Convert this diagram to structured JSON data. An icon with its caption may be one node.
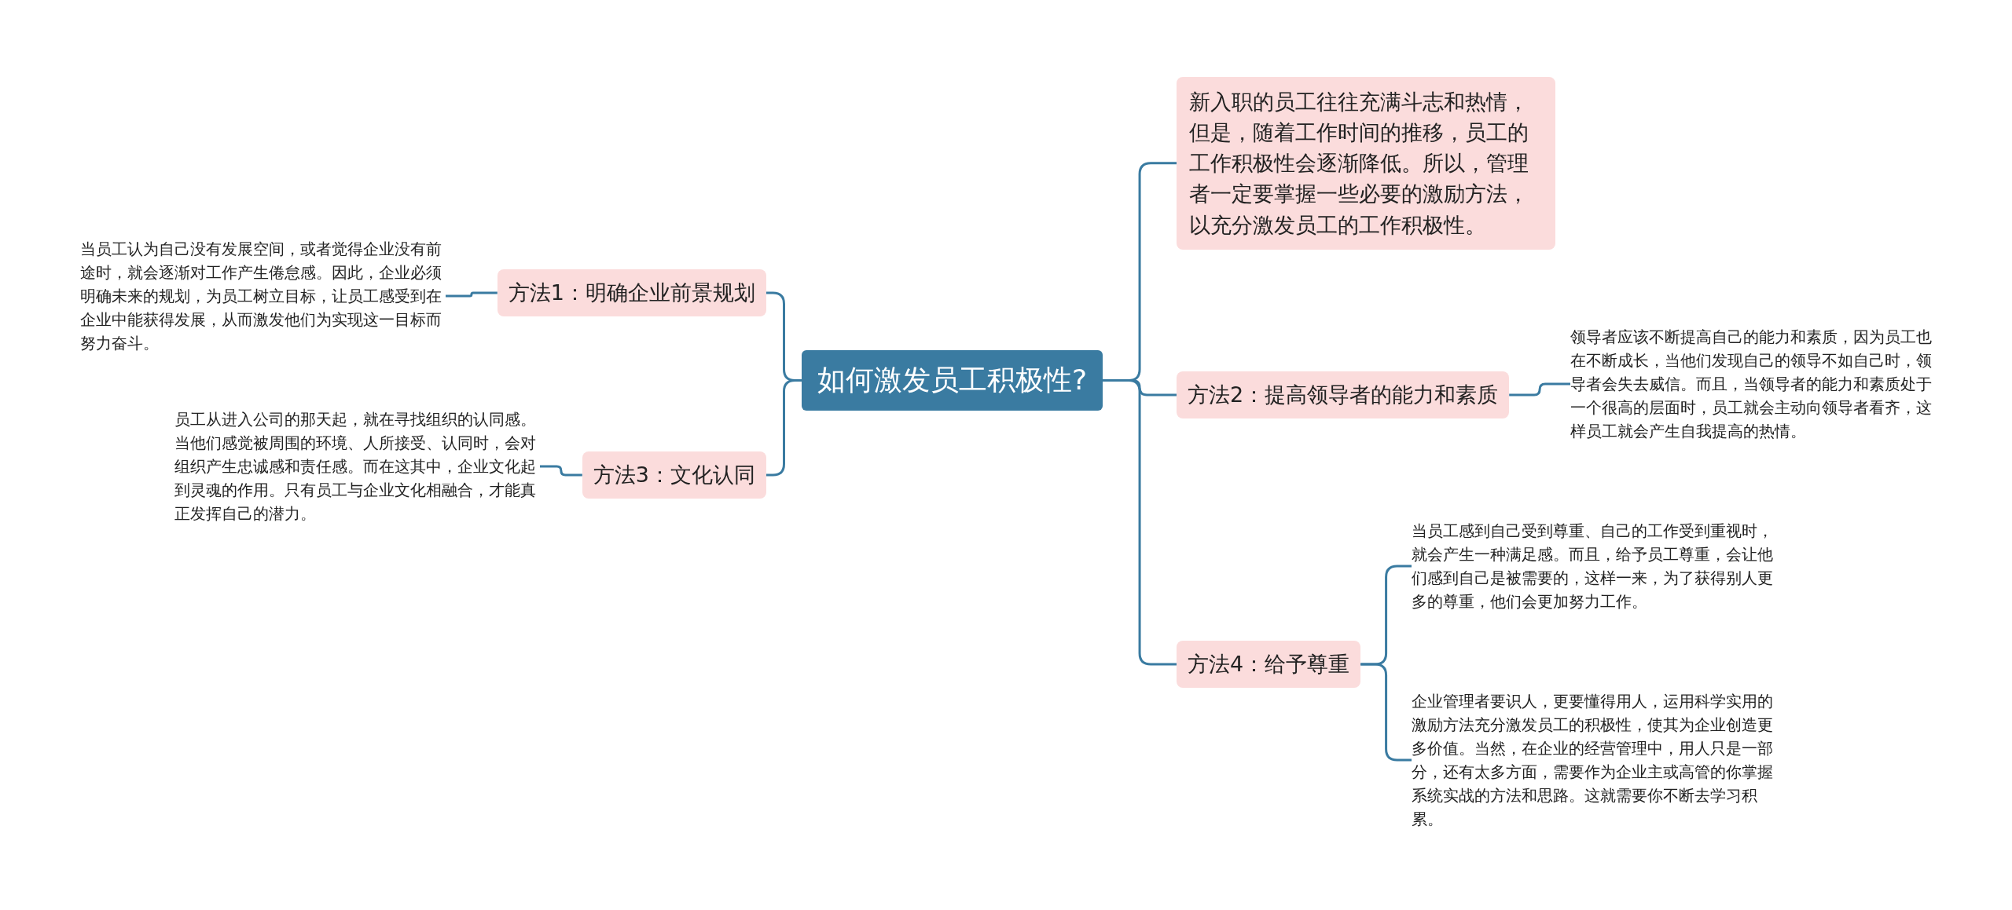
{
  "diagram": {
    "nodes": [
      {
        "text": [
          "如何激发员工积极性?"
        ]
      },
      {
        "text": [
          "新入职的员工往往充满斗志和热情，但是，随着工作时间的推移，员工的工作积极性会逐渐降低。所以，管理者一定要掌握一些必要的激励方法，以充分激发员工的工作积极性。"
        ]
      },
      {
        "text": [
          "方法1：明确企业前景规划"
        ]
      },
      {
        "text": [
          "当员工认为自己没有发展空间，或者觉得企业没有前途时，就会逐渐对工作产生倦怠感。因此，企业必须明确未来的规划，为员工树立目标，让员工感受到在企业中能获得发展，从而激发他们为实现这一目标而努力奋斗。"
        ]
      },
      {
        "text": [
          "方法2：提高领导者的能力和素质"
        ]
      },
      {
        "text": [
          "领导者应该不断提高自己的能力和素质，因为员工也在不断成长，当他们发现自己的领导不如自己时，领导者会失去威信。而且，当领导者的能力和素质处于一个很高的层面时，员工就会主动向领导者看齐，这样员工就会产生自我提高的热情。"
        ]
      },
      {
        "text": [
          "方法3：文化认同"
        ]
      },
      {
        "text": [
          "员工从进入公司的那天起，就在寻找组织的认同感。当他们感觉被周围的环境、人所接受、认同时，会对组织产生忠诚感和责任感。而在这其中，企业文化起到灵魂的作用。只有员工与企业文化相融合，才能真正发挥自己的潜力。"
        ]
      },
      {
        "text": [
          "方法4：给予尊重"
        ]
      },
      {
        "text": [
          "当员工感到自己受到尊重、自己的工作受到重视时，就会产生一种满足感。而且，给予员工尊重，会让他们感到自己是被需要的，这样一来，为了获得别人更多的尊重，他们会更加努力工作。"
        ]
      },
      {
        "text": [
          "企业管理者要识人，更要懂得用人，运用科学实用的激励方法充分激发员工的积极性，使其为企业创造更多价值。当然，在企业的经营管理中，用人只是一部分，还有太多方面，需要作为企业主或高管的你掌握系统实战的方法和思路。这就需要你不断去学习积累。"
        ]
      }
    ],
    "edges": [
      {
        "from": 0,
        "to": 1,
        "arrow": "none"
      },
      {
        "from": 0,
        "to": 2,
        "arrow": "none"
      },
      {
        "from": 2,
        "to": 3,
        "arrow": "none"
      },
      {
        "from": 0,
        "to": 4,
        "arrow": "none"
      },
      {
        "from": 4,
        "to": 5,
        "arrow": "none"
      },
      {
        "from": 0,
        "to": 6,
        "arrow": "none"
      },
      {
        "from": 6,
        "to": 7,
        "arrow": "none"
      },
      {
        "from": 0,
        "to": 8,
        "arrow": "none"
      },
      {
        "from": 8,
        "to": 9,
        "arrow": "none"
      },
      {
        "from": 8,
        "to": 10,
        "arrow": "none"
      }
    ]
  }
}
